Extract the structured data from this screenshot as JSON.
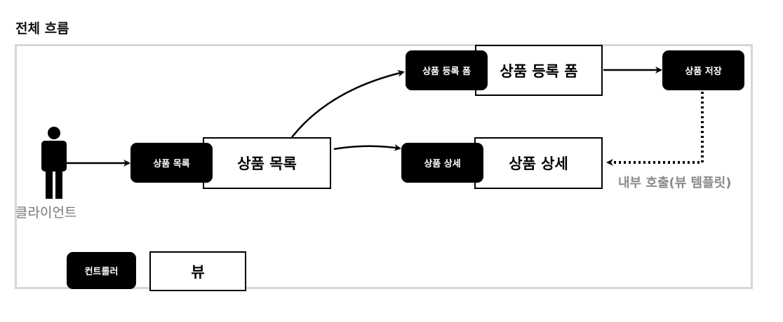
{
  "title": "전체 흐름",
  "client": {
    "label": "클라이언트",
    "icon": "person-icon"
  },
  "nodes": {
    "list": {
      "controller": "상품 목록",
      "view": "상품 목록"
    },
    "add_form": {
      "controller": "상품 등록 폼",
      "view": "상품 등록 폼"
    },
    "detail": {
      "controller": "상품 상세",
      "view": "상품 상세"
    },
    "save": {
      "controller": "상품 저장"
    }
  },
  "internal_call_label": "내부 호출(뷰 템플릿)",
  "legend": {
    "controller": "컨트롤러",
    "view": "뷰"
  },
  "colors": {
    "controller_fill": "#000000",
    "frame": "#d6d6d6",
    "annotation_text": "#8a8a8a"
  }
}
